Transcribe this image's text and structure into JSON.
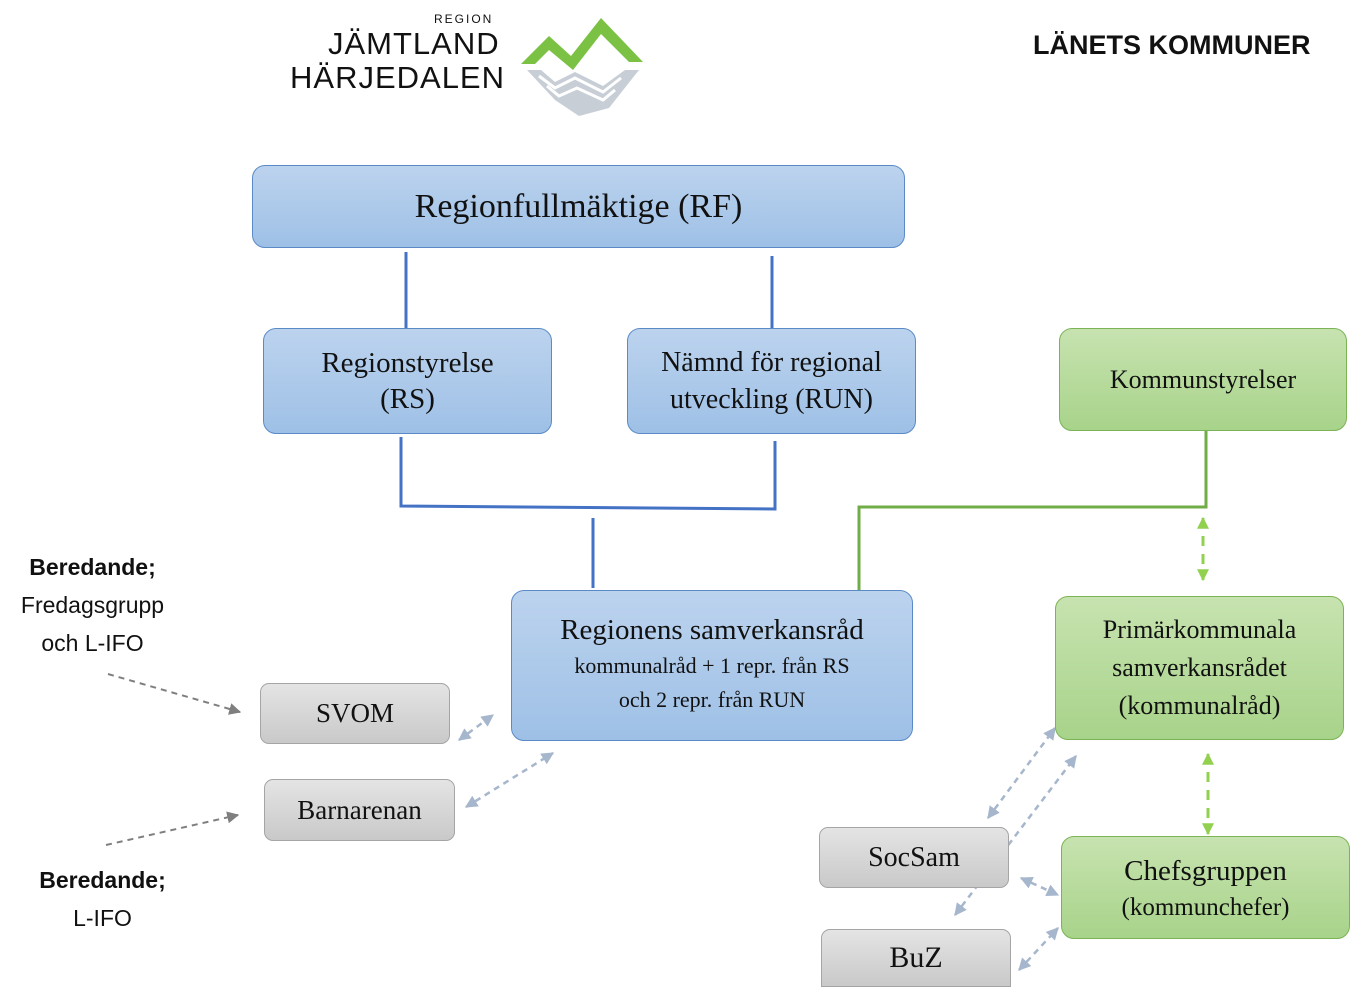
{
  "logo": {
    "region": "REGION",
    "line1": "JÄMTLAND",
    "line2": "HÄRJEDALEN",
    "colors": {
      "green": "#7bc144",
      "grey": "#9aa3ad"
    }
  },
  "heading": "LÄNETS KOMMUNER",
  "nodes": {
    "rf": {
      "label": "Regionfullmäktige (RF)"
    },
    "rs": {
      "line1": "Regionstyrelse",
      "line2": "(RS)"
    },
    "run": {
      "line1": "Nämnd för regional",
      "line2": "utveckling (RUN)"
    },
    "kommunstyrelser": {
      "label": "Kommunstyrelser"
    },
    "samverkansrad": {
      "title": "Regionens samverkansråd",
      "sub1": "kommunalråd + 1 repr. från RS",
      "sub2": "och 2 repr. från RUN"
    },
    "primar": {
      "line1": "Primärkommunala",
      "line2": "samverkansrådet",
      "line3": "(kommunalråd)"
    },
    "svom": {
      "label": "SVOM"
    },
    "barnarenan": {
      "label": "Barnarenan"
    },
    "socsam": {
      "label": "SocSam"
    },
    "buz": {
      "label": "BuZ"
    },
    "chefsgruppen": {
      "line1": "Chefsgruppen",
      "line2": "(kommunchefer)"
    }
  },
  "side_notes": {
    "top": {
      "bold": "Beredande;",
      "line1": "Fredagsgrupp",
      "line2": "och L-IFO"
    },
    "bottom": {
      "bold": "Beredande;",
      "line1": "L-IFO"
    }
  },
  "colors": {
    "blue_line": "#4472c4",
    "green_line": "#70ad47",
    "light_green_arrow": "#92d050",
    "grey_dashed": "#7f7f7f",
    "light_blue_dashed": "#a6b6cc"
  }
}
